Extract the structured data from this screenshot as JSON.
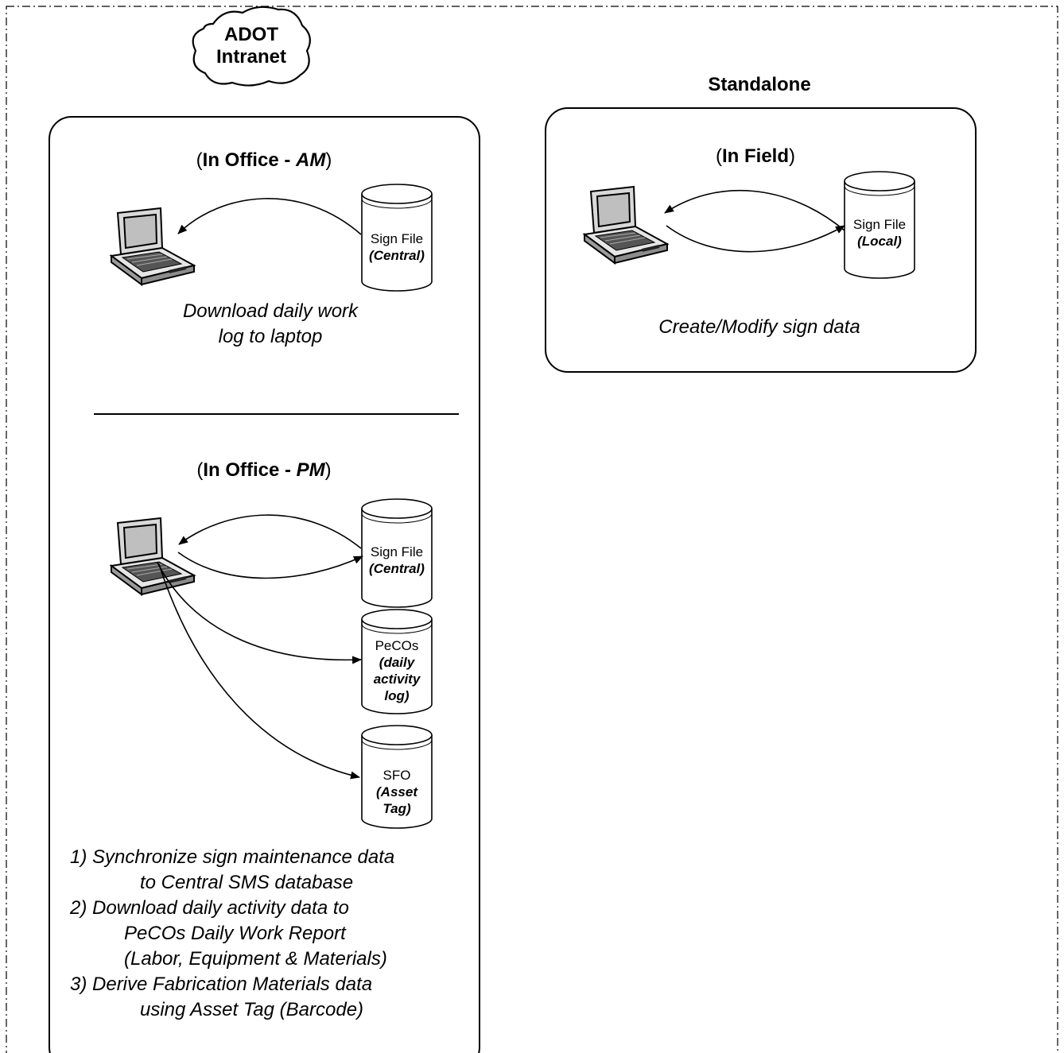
{
  "network_cloud": {
    "line1": "ADOT",
    "line2": "Intranet"
  },
  "standalone": {
    "title": "Standalone"
  },
  "office_am": {
    "heading_prefix": "(",
    "heading_bold": "In Office - ",
    "heading_italic": "AM",
    "heading_suffix": ")",
    "database": {
      "name": "Sign File",
      "qualifier": "(Central)"
    },
    "caption_line1": "Download daily work",
    "caption_line2": "log to laptop"
  },
  "office_pm": {
    "heading_prefix": "(",
    "heading_bold": "In Office - ",
    "heading_italic": "PM",
    "heading_suffix": ")",
    "databases": [
      {
        "name": "Sign File",
        "qualifier": "(Central)"
      },
      {
        "name": "PeCOs",
        "qualifier_lines": [
          "(daily",
          "activity",
          "log)"
        ]
      },
      {
        "name": "SFO",
        "qualifier_lines": [
          "(Asset",
          "Tag)"
        ]
      }
    ],
    "steps": [
      {
        "line1": "1) Synchronize sign maintenance data",
        "line2": "to Central SMS database"
      },
      {
        "line1": "2) Download daily activity data to",
        "line2": "PeCOs Daily Work Report",
        "line3": "(Labor, Equipment & Materials)"
      },
      {
        "line1": "3) Derive Fabrication Materials data",
        "line2": "using Asset Tag (Barcode)"
      }
    ]
  },
  "field": {
    "heading_prefix": "(",
    "heading_bold": "In Field",
    "heading_suffix": ")",
    "database": {
      "name": "Sign File",
      "qualifier": "(Local)"
    },
    "caption": "Create/Modify sign data"
  }
}
